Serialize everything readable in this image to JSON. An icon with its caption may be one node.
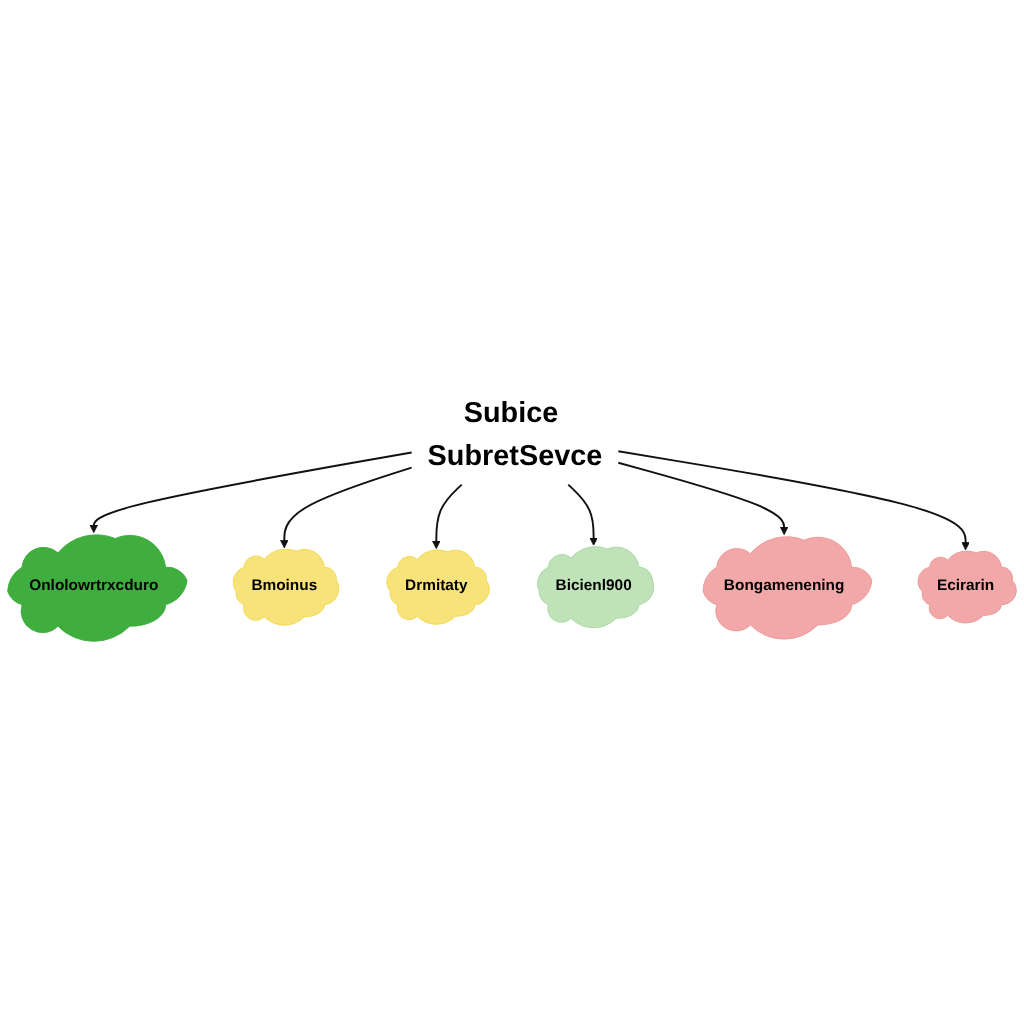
{
  "diagram": {
    "nodes": [
      {
        "text": [
          "Subice SubretSevce"
        ]
      },
      {
        "text": [
          "Onlolowrtrxcduro"
        ]
      },
      {
        "text": [
          "Bmoinus"
        ]
      },
      {
        "text": [
          "Drmitaty"
        ]
      },
      {
        "text": [
          "Bicienl900"
        ]
      },
      {
        "text": [
          "Bongamenening"
        ]
      },
      {
        "text": [
          "Ecirarin"
        ]
      }
    ],
    "edges": [
      {
        "from": 0,
        "to": 1,
        "arrow": "to"
      },
      {
        "from": 0,
        "to": 2,
        "arrow": "to"
      },
      {
        "from": 0,
        "to": 3,
        "arrow": "to"
      },
      {
        "from": 0,
        "to": 4,
        "arrow": "to"
      },
      {
        "from": 0,
        "to": 5,
        "arrow": "to"
      },
      {
        "from": 0,
        "to": 6,
        "arrow": "to"
      }
    ]
  }
}
